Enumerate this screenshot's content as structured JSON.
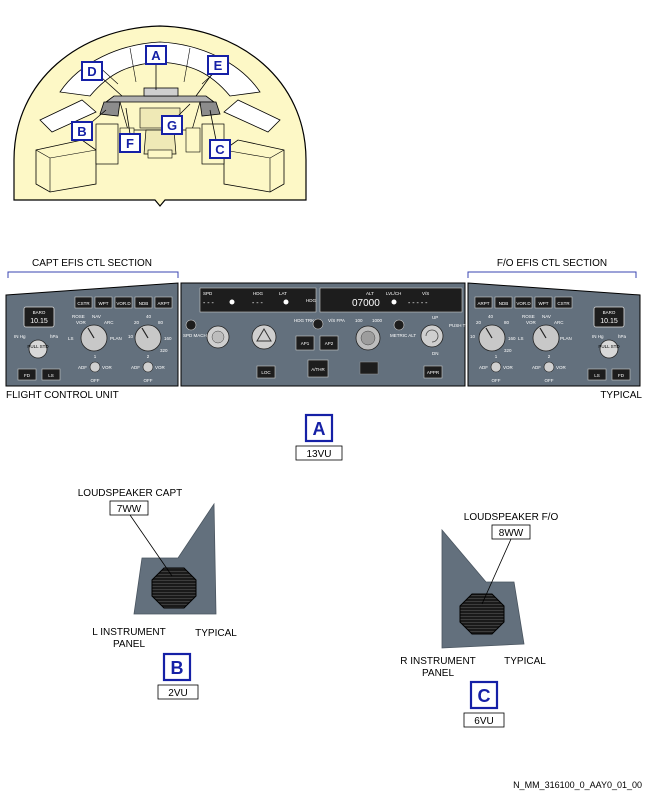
{
  "cockpit_callouts": {
    "a": "A",
    "b": "B",
    "c": "C",
    "d": "D",
    "e": "E",
    "f": "F",
    "g": "G"
  },
  "fcu": {
    "capt_section": "CAPT EFIS CTL SECTION",
    "fo_section": "F/O EFIS CTL SECTION",
    "unit_label": "FLIGHT CONTROL UNIT",
    "typical": "TYPICAL",
    "baro_label": "BARO",
    "baro_value": "10.15",
    "inhg": "IN Hg",
    "hpa": "hPa",
    "pull_std": "PULL STD",
    "capt_buttons": [
      "CSTR",
      "WPT",
      "VOR.D",
      "NDB",
      "ARPT"
    ],
    "fo_buttons": [
      "ARPT",
      "NDB",
      "VOR.D",
      "WPT",
      "CSTR"
    ],
    "fd": "FD",
    "ls": "LS",
    "mode_labels": {
      "rose": "ROSE",
      "vor": "VOR",
      "nav": "NAV",
      "arc": "ARC",
      "ls": "LS",
      "plan": "PLAN"
    },
    "range_labels": [
      "10",
      "20",
      "40",
      "80",
      "160",
      "320"
    ],
    "adf": "ADF",
    "vor": "VOR",
    "off": "OFF",
    "sel1": "1",
    "sel2": "2",
    "spd": "SPD",
    "hdg": "HDG",
    "lat": "LAT",
    "dashes3": "- - -",
    "spd_mach": "SPD MACH",
    "hdg_trk": "HDG TRK",
    "vs_fpa": "V/S FPA",
    "hdg_vs": "HDG",
    "vs": "V/S",
    "alt": "ALT",
    "lvl_ch": "LVL/CH",
    "vs_label": "V/S",
    "alt_value": "07000",
    "dashes5": "- - - - -",
    "loc": "LOC",
    "ap1": "AP1",
    "ap2": "AP2",
    "athr": "A/THR",
    "alt100": "100",
    "alt1000": "1000",
    "metric_alt": "METRIC ALT",
    "push_to_level_off": "PUSH TO LEVEL OFF",
    "up": "UP",
    "dn": "DN",
    "appr": "APPR"
  },
  "view_a": {
    "letter": "A",
    "code": "13VU"
  },
  "loudspeaker_capt": {
    "label": "LOUDSPEAKER CAPT",
    "code": "7WW",
    "panel_line1": "L INSTRUMENT",
    "panel_line2": "PANEL",
    "typical": "TYPICAL",
    "letter": "B",
    "panel_code": "2VU"
  },
  "loudspeaker_fo": {
    "label": "LOUDSPEAKER F/O",
    "code": "8WW",
    "panel_line1": "R INSTRUMENT",
    "panel_line2": "PANEL",
    "typical": "TYPICAL",
    "letter": "C",
    "panel_code": "6VU"
  },
  "reference": "N_MM_316100_0_AAY0_01_00",
  "colors": {
    "callout": "#1520a6",
    "cockpit_fill": "#fdf8c6",
    "panel": "#63707d",
    "panel_dark": "#4f5a65"
  }
}
